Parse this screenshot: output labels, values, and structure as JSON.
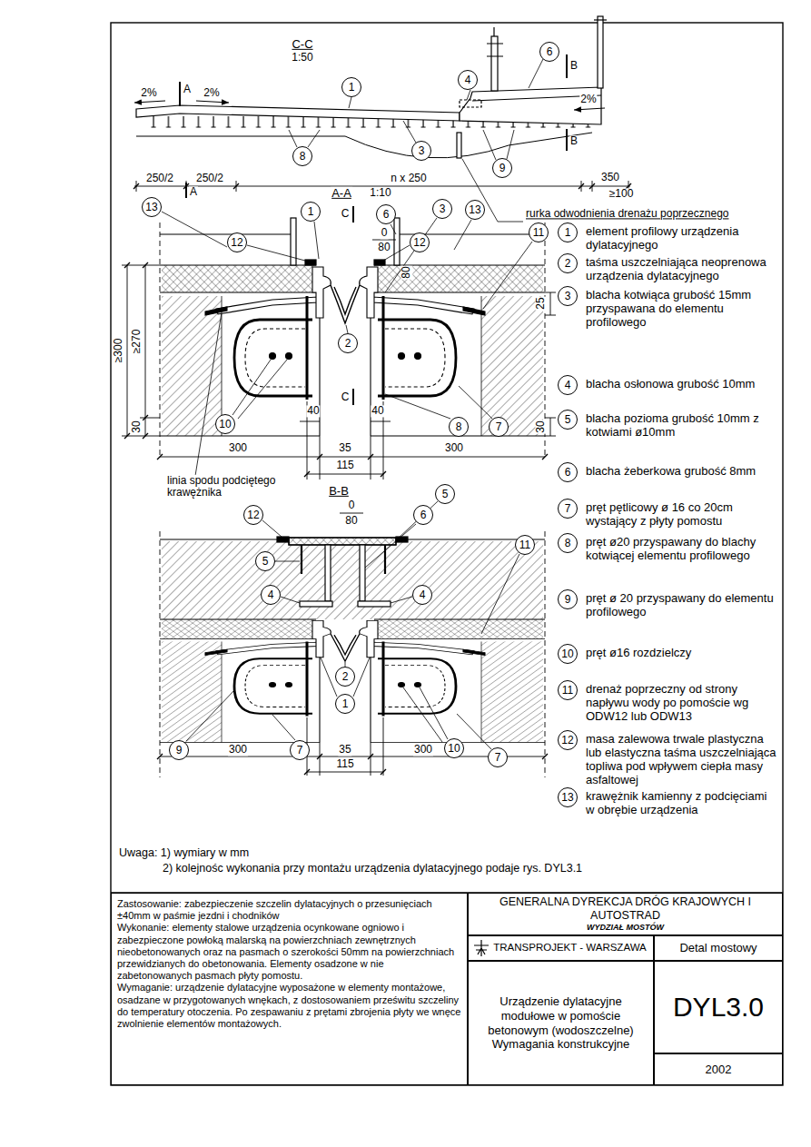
{
  "diagram": {
    "nodes": [
      {
        "text": [
          "6"
        ]
      },
      {
        "text": [
          "1"
        ]
      },
      {
        "text": [
          "4"
        ]
      },
      {
        "text": [
          "8"
        ]
      },
      {
        "text": [
          "3"
        ]
      },
      {
        "text": [
          "9"
        ]
      },
      {
        "text": [
          "13"
        ]
      },
      {
        "text": [
          "1"
        ]
      },
      {
        "text": [
          "6"
        ]
      },
      {
        "text": [
          "3"
        ]
      },
      {
        "text": [
          "13"
        ]
      },
      {
        "text": [
          "12"
        ]
      },
      {
        "text": [
          "12"
        ]
      },
      {
        "text": [
          "11"
        ]
      },
      {
        "text": [
          "2"
        ]
      },
      {
        "text": [
          "10"
        ]
      },
      {
        "text": [
          "8"
        ]
      },
      {
        "text": [
          "7"
        ]
      },
      {
        "text": [
          "1",
          "element profilowy urządzenia dylatacyjnego"
        ]
      },
      {
        "text": [
          "2",
          "taśma uszczelniająca neoprenowa urządzenia dylatacyjnego"
        ]
      },
      {
        "text": [
          "3",
          "blacha kotwiąca grubość 15mm przyspawana do elementu profilowego"
        ]
      },
      {
        "text": [
          "4",
          "blacha osłonowa grubość 10mm"
        ]
      },
      {
        "text": [
          "5",
          "blacha pozioma grubość 10mm z kotwiami ø10mm"
        ]
      },
      {
        "text": [
          "6",
          "blacha żeberkowa grubość 8mm"
        ]
      },
      {
        "text": [
          "7",
          "pręt pętlicowy ø 16 co 20cm wystający z płyty pomostu"
        ]
      },
      {
        "text": [
          "8",
          "pręt ø20 przyspawany do blachy kotwiącej elementu profilowego"
        ]
      },
      {
        "text": [
          "9",
          "pręt ø 20 przyspawany do elementu profilowego"
        ]
      },
      {
        "text": [
          "10",
          "pręt ø16 rozdzielczy"
        ]
      },
      {
        "text": [
          "11",
          "drenaż poprzeczny od strony napływu wody po pomoście wg ODW12 lub ODW13"
        ]
      },
      {
        "text": [
          "12",
          "masa zalewowa trwale plastyczna lub elastyczna taśma uszczelniająca topliwa pod wpływem ciepła masy asfaltowej"
        ]
      },
      {
        "text": [
          "13",
          "krawężnik kamienny z podcięciami w obrębie urządzenia"
        ]
      },
      {
        "text": [
          "5"
        ]
      },
      {
        "text": [
          "12"
        ]
      },
      {
        "text": [
          "6"
        ]
      },
      {
        "text": [
          "11"
        ]
      },
      {
        "text": [
          "5"
        ]
      },
      {
        "text": [
          "4"
        ]
      },
      {
        "text": [
          "4"
        ]
      },
      {
        "text": [
          "2"
        ]
      },
      {
        "text": [
          "1"
        ]
      },
      {
        "text": [
          "9"
        ]
      },
      {
        "text": [
          "7"
        ]
      },
      {
        "text": [
          "10"
        ]
      },
      {
        "text": [
          "7"
        ]
      },
      {
        "text": [
          "Zastosowanie: zabezpieczenie szczelin dylatacyjnych o przesunięciach ±40mm w paśmie jezdni i chodników",
          "Wykonanie: elementy stalowe urządzenia ocynkowane ogniowo i zabezpieczone powłoką malarską na powierzchniach zewnętrznych nieobetonowanych oraz na pasmach o szerokości 50mm na powierzchniach przewidzianych do obetonowania. Elementy osadzone w nie zabetonowanych pasmach płyty pomostu.",
          "Wymaganie: urządzenie dylatacyjne wyposażone w elementy montażowe, osadzane w przygotowanych wnękach, z dostosowaniem prześwitu szczeliny do temperatury otoczenia. Po zespawaniu z prętami zbrojenia płyty we wnęce zwolnienie elementów montażowych."
        ]
      },
      {
        "text": [
          "GENERALNA DYREKCJA DRÓG KRAJOWYCH I AUTOSTRAD",
          "WYDZIAŁ MOSTÓW"
        ]
      },
      {
        "text": [
          "TRANSPROJEKT - WARSZAWA"
        ]
      },
      {
        "text": [
          "Detal mostowy"
        ]
      },
      {
        "text": [
          "Urządzenie dylatacyjne modułowe w pomoście betonowym (wodoszczelne) Wymagania konstrukcyjne"
        ]
      },
      {
        "text": [
          "DYL3.0"
        ]
      },
      {
        "text": [
          "2002"
        ]
      }
    ],
    "labels": [
      "C-C",
      "1:50",
      "2%",
      "A",
      "2%",
      "B",
      "2%",
      "B",
      "250/2",
      "250/2",
      "n x 250",
      "350",
      "A",
      "≥100",
      "A-A",
      "1:10",
      "rurka odwodnienia drenażu poprzecznego",
      "C",
      "0",
      "80",
      "80",
      "≥300",
      "≥270",
      "25",
      "C",
      "30",
      "30",
      "40",
      "40",
      "300",
      "35",
      "300",
      "115",
      "linia spodu podciętego krawężnika",
      "B-B",
      "0",
      "80",
      "300",
      "35",
      "300",
      "115",
      "Uwaga: 1) wymiary w mm",
      "2) kolejnośc wykonania przy montażu urządzenia dylatacyjnego podaje rys. DYL3.1"
    ]
  }
}
